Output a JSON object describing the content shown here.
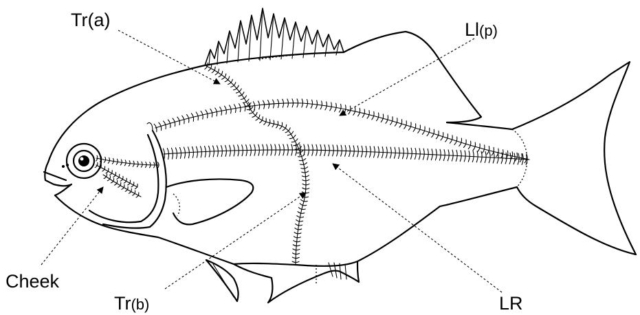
{
  "labels": {
    "tr_a": "Tr(a)",
    "ll_p_main": "Ll",
    "ll_p_paren": "(p)",
    "cheek": "Cheek",
    "tr_b_main": "Tr",
    "tr_b_paren": "(b)",
    "lr": "LR"
  },
  "colors": {
    "ink": "#000000",
    "background": "#ffffff"
  }
}
